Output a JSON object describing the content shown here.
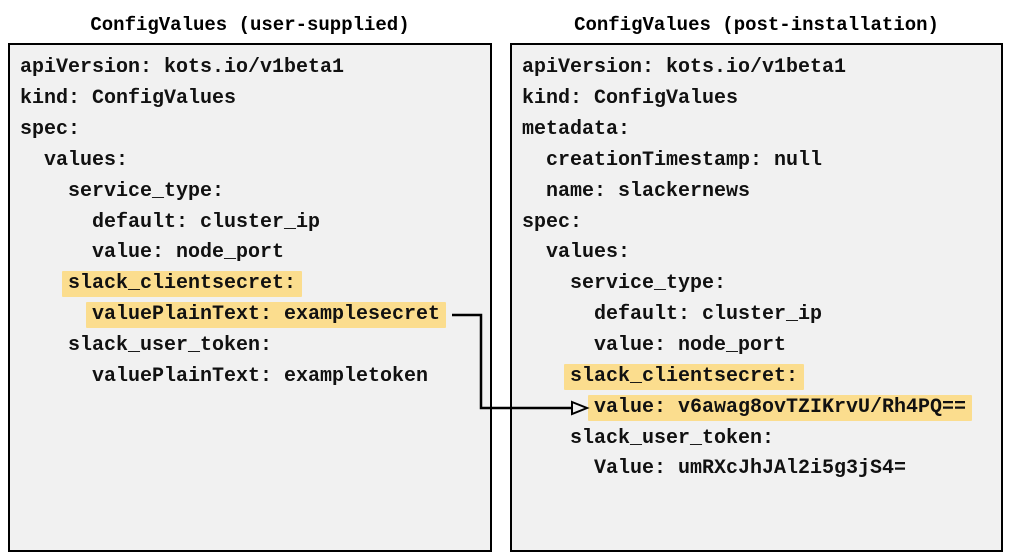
{
  "panels": [
    {
      "id": "user-supplied",
      "title": "ConfigValues (user-supplied)",
      "lines": [
        {
          "indent": 0,
          "text": "apiVersion: kots.io/v1beta1",
          "highlight": false
        },
        {
          "indent": 0,
          "text": "kind: ConfigValues",
          "highlight": false
        },
        {
          "indent": 0,
          "text": "spec:",
          "highlight": false
        },
        {
          "indent": 2,
          "text": "values:",
          "highlight": false
        },
        {
          "indent": 4,
          "text": "service_type:",
          "highlight": false
        },
        {
          "indent": 6,
          "text": "default: cluster_ip",
          "highlight": false
        },
        {
          "indent": 6,
          "text": "value: node_port",
          "highlight": false
        },
        {
          "indent": 4,
          "text": "slack_clientsecret:",
          "highlight": true
        },
        {
          "indent": 6,
          "text": "valuePlainText: examplesecret",
          "highlight": true
        },
        {
          "indent": 4,
          "text": "slack_user_token:",
          "highlight": false
        },
        {
          "indent": 6,
          "text": "valuePlainText: exampletoken",
          "highlight": false
        }
      ]
    },
    {
      "id": "post-installation",
      "title": "ConfigValues (post-installation)",
      "lines": [
        {
          "indent": 0,
          "text": "apiVersion: kots.io/v1beta1",
          "highlight": false
        },
        {
          "indent": 0,
          "text": "kind: ConfigValues",
          "highlight": false
        },
        {
          "indent": 0,
          "text": "metadata:",
          "highlight": false
        },
        {
          "indent": 2,
          "text": "creationTimestamp: null",
          "highlight": false
        },
        {
          "indent": 2,
          "text": "name: slackernews",
          "highlight": false
        },
        {
          "indent": 0,
          "text": "spec:",
          "highlight": false
        },
        {
          "indent": 2,
          "text": "values:",
          "highlight": false
        },
        {
          "indent": 4,
          "text": "service_type:",
          "highlight": false
        },
        {
          "indent": 6,
          "text": "default: cluster_ip",
          "highlight": false
        },
        {
          "indent": 6,
          "text": "value: node_port",
          "highlight": false
        },
        {
          "indent": 4,
          "text": "slack_clientsecret:",
          "highlight": true
        },
        {
          "indent": 6,
          "text": "value: v6awag8ovTZIKrvU/Rh4PQ==",
          "highlight": true
        },
        {
          "indent": 4,
          "text": "slack_user_token:",
          "highlight": false
        },
        {
          "indent": 6,
          "text": "Value: umRXcJhJAl2i5g3jS4=",
          "highlight": false
        }
      ]
    }
  ],
  "arrow": {
    "from_label": "valuePlainText: examplesecret",
    "to_label": "value: v6awag8ovTZIKrvU/Rh4PQ=="
  },
  "colors": {
    "highlight": "#fbdd8e",
    "panel_bg": "#f1f1f1",
    "border": "#000000"
  }
}
